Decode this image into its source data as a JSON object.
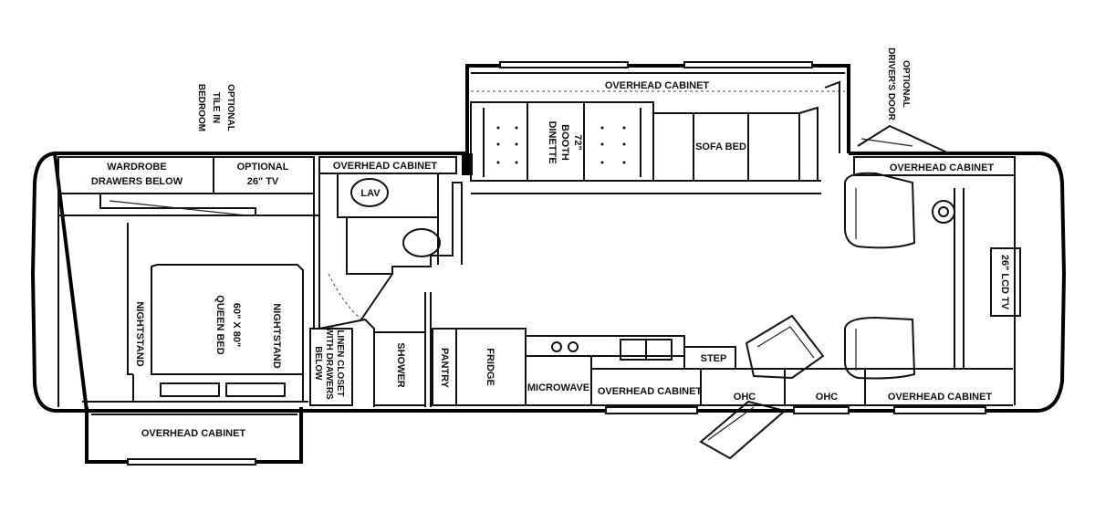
{
  "labels": {
    "optional_tile": [
      "OPTIONAL",
      "TILE IN",
      "BEDROOM"
    ],
    "optional_drivers_door": [
      "OPTIONAL",
      "DRIVER'S DOOR"
    ],
    "overhead_cabinet_top": "OVERHEAD CABINET",
    "booth_dinette": [
      "72\"",
      "BOOTH",
      "DINETTE"
    ],
    "sofa_bed": "SOFA BED",
    "wardrobe": [
      "WARDROBE",
      "DRAWERS BELOW"
    ],
    "optional_tv": [
      "OPTIONAL",
      "26\" TV"
    ],
    "overhead_cabinet_bath": "OVERHEAD CABINET",
    "lav": "LAV",
    "overhead_cabinet_cockpit": "OVERHEAD CABINET",
    "lcd_tv": "26\" LCD TV",
    "nightstand_left": "NIGHTSTAND",
    "queen_bed": [
      "60\" X 80\"",
      "QUEEN BED"
    ],
    "nightstand_right": "NIGHTSTAND",
    "linen_closet": [
      "LINEN CLOSET",
      "WITH DRAWERS",
      "BELOW"
    ],
    "shower": "SHOWER",
    "pantry": "PANTRY",
    "fridge": "FRIDGE",
    "microwave": "MICROWAVE",
    "step": "STEP",
    "overhead_cabinet_kitchen": "OVERHEAD CABINET",
    "ohc_left": "OHC",
    "ohc_right": "OHC",
    "overhead_cabinet_front": "OVERHEAD CABINET",
    "overhead_cabinet_rear": "OVERHEAD CABINET"
  }
}
